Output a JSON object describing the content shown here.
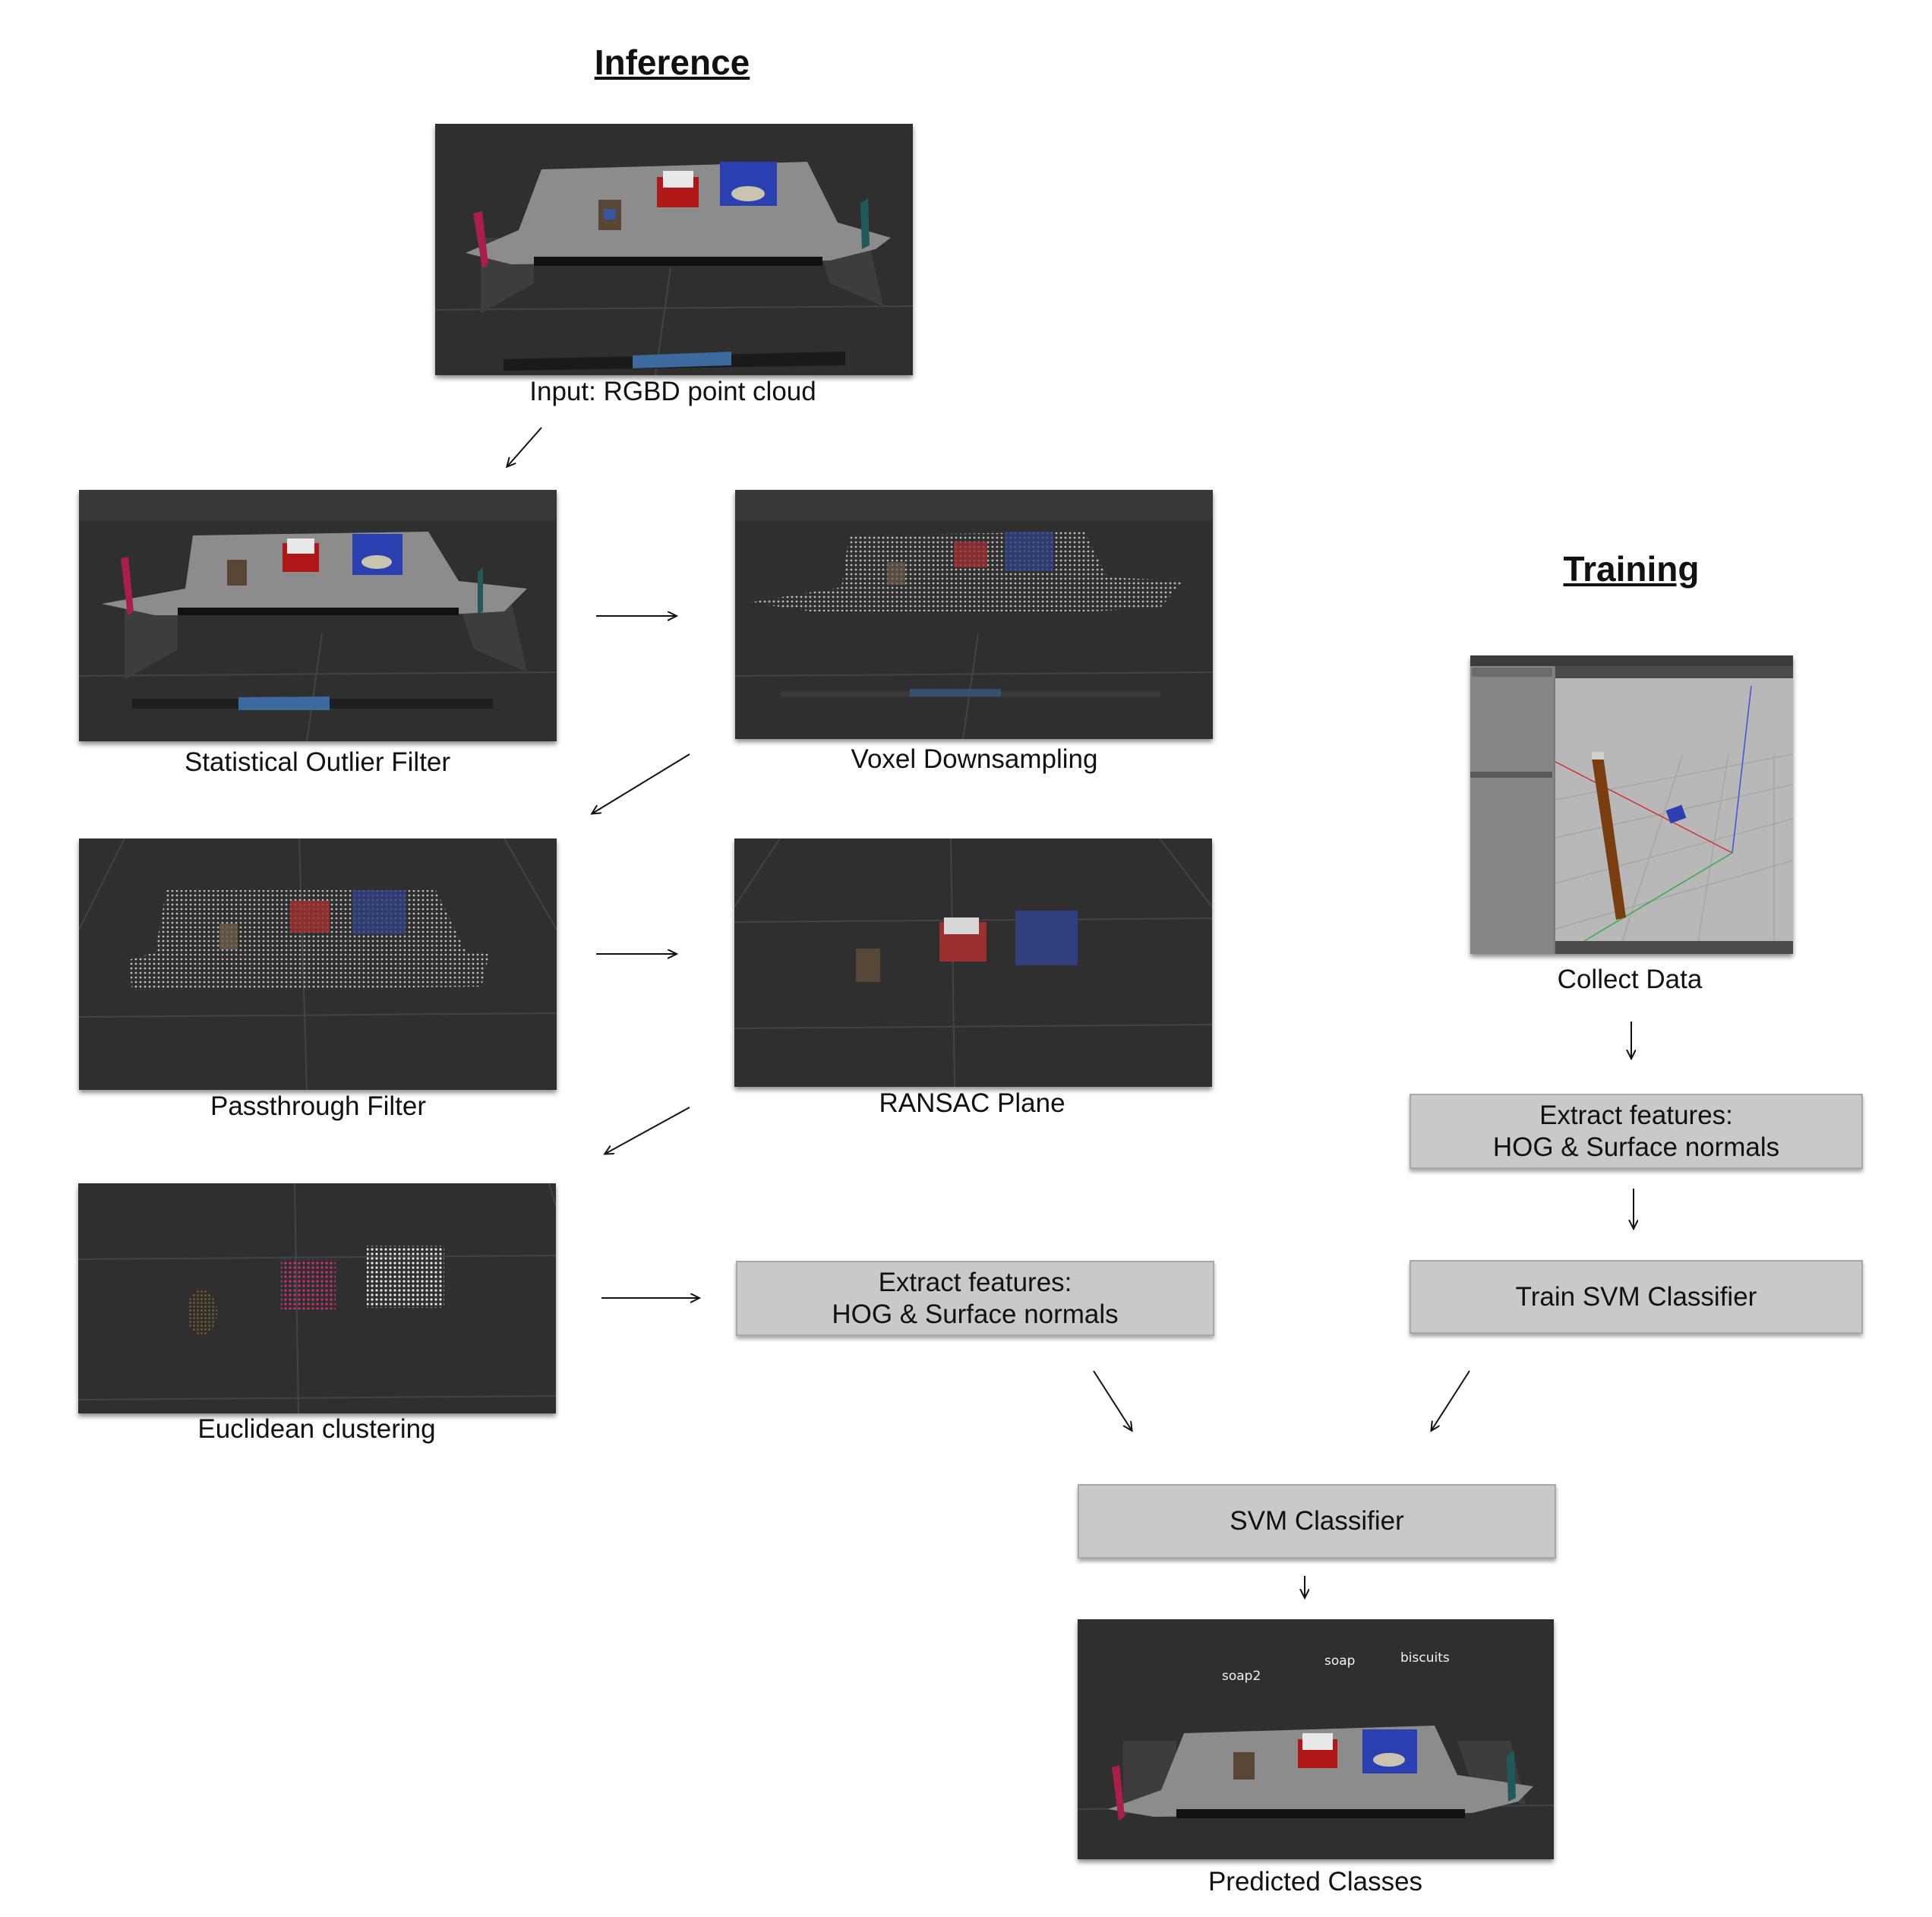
{
  "headings": {
    "inference": "Inference",
    "training": "Training"
  },
  "captions": {
    "input": "Input: RGBD point cloud",
    "outlier": "Statistical Outlier Filter",
    "voxel": "Voxel Downsampling",
    "passthrough": "Passthrough Filter",
    "ransac": "RANSAC Plane",
    "cluster": "Euclidean clustering",
    "collect": "Collect Data",
    "predicted": "Predicted Classes"
  },
  "boxes": {
    "extract_inference": {
      "line1": "Extract features:",
      "line2": "HOG & Surface normals"
    },
    "extract_training": {
      "line1": "Extract features:",
      "line2": "HOG & Surface normals"
    },
    "train_svm": "Train SVM Classifier",
    "svm": "SVM Classifier"
  },
  "predicted_labels": {
    "soap2": "soap2",
    "soap": "soap",
    "biscuits": "biscuits"
  },
  "colors": {
    "panel_bg": "#2f2f2f",
    "table": "#8c8c8c",
    "box_fill": "#c9c9c9",
    "cluster_magenta": "#d0307a",
    "object_blue": "#2a3fb0",
    "object_red": "#b01818"
  }
}
